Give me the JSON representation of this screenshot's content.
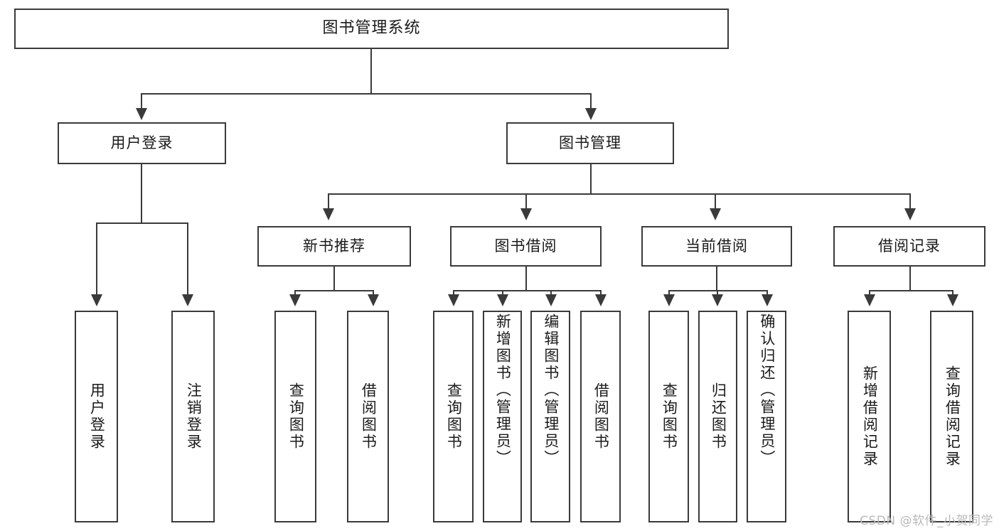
{
  "diagram": {
    "title": "图书管理系统",
    "type": "功能结构图",
    "watermark": "CSDN @软件_小贺同学",
    "colors": {
      "stroke": "#3a3a3a",
      "fill": "#ffffff",
      "text": "#1a1a1a",
      "watermark": "#b9b9b9"
    }
  },
  "nodes": {
    "root": {
      "label": "图书管理系统"
    },
    "level2": [
      {
        "id": "user-login",
        "label": "用户登录"
      },
      {
        "id": "book-manage",
        "label": "图书管理"
      }
    ],
    "level3": [
      {
        "id": "new-book-recommend",
        "label": "新书推荐"
      },
      {
        "id": "book-borrow",
        "label": "图书借阅"
      },
      {
        "id": "current-borrow",
        "label": "当前借阅"
      },
      {
        "id": "borrow-record",
        "label": "借阅记录"
      }
    ],
    "leaves": {
      "user-login": [
        {
          "id": "leaf-user-login",
          "label": "用户登录",
          "overflow": false
        },
        {
          "id": "leaf-user-logout",
          "label": "注销登录",
          "overflow": false
        }
      ],
      "new-book-recommend": [
        {
          "id": "leaf-query-book-1",
          "label": "查询图书",
          "overflow": false
        },
        {
          "id": "leaf-borrow-book-1",
          "label": "借阅图书",
          "overflow": false
        }
      ],
      "book-borrow": [
        {
          "id": "leaf-query-book-2",
          "label": "查询图书",
          "overflow": false
        },
        {
          "id": "leaf-add-book",
          "label": "新增图书（管理员）",
          "overflow": true
        },
        {
          "id": "leaf-edit-book",
          "label": "编辑图书（管理员）",
          "overflow": true
        },
        {
          "id": "leaf-borrow-book-2",
          "label": "借阅图书",
          "overflow": false
        }
      ],
      "current-borrow": [
        {
          "id": "leaf-query-book-3",
          "label": "查询图书",
          "overflow": false
        },
        {
          "id": "leaf-return-book",
          "label": "归还图书",
          "overflow": false
        },
        {
          "id": "leaf-confirm-return",
          "label": "确认归还（管理员）",
          "overflow": true
        }
      ],
      "borrow-record": [
        {
          "id": "leaf-add-record",
          "label": "新增借阅记录",
          "overflow": false
        },
        {
          "id": "leaf-query-record",
          "label": "查询借阅记录",
          "overflow": false
        }
      ]
    }
  }
}
